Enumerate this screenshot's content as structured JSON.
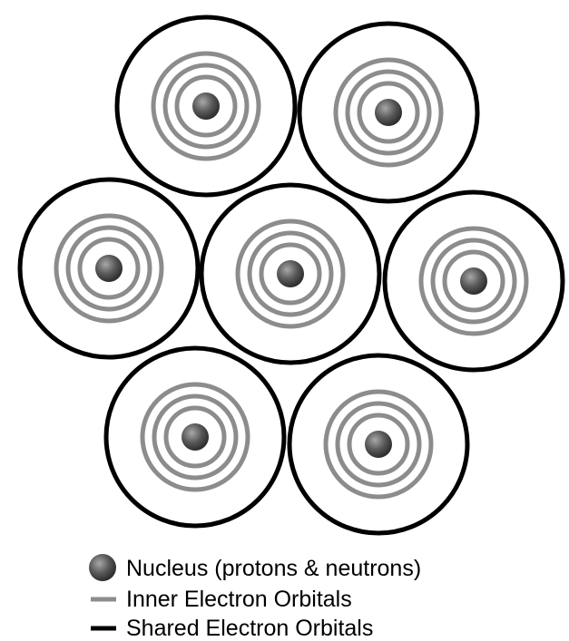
{
  "diagram": {
    "atom_count": 7,
    "inner_orbitals_per_atom": 3,
    "shared_orbitals_per_atom": 1,
    "colors": {
      "nucleus": "#505050",
      "nucleus_highlight": "#9a9a9a",
      "inner_orbital": "#8c8c8c",
      "shared_orbital": "#000000",
      "background": "#ffffff"
    }
  },
  "legend": {
    "items": [
      {
        "icon": "nucleus-icon",
        "label": "Nucleus (protons & neutrons)"
      },
      {
        "icon": "inner-orbital-line-icon",
        "label": "Inner Electron Orbitals"
      },
      {
        "icon": "shared-orbital-line-icon",
        "label": "Shared Electron Orbitals"
      }
    ]
  }
}
